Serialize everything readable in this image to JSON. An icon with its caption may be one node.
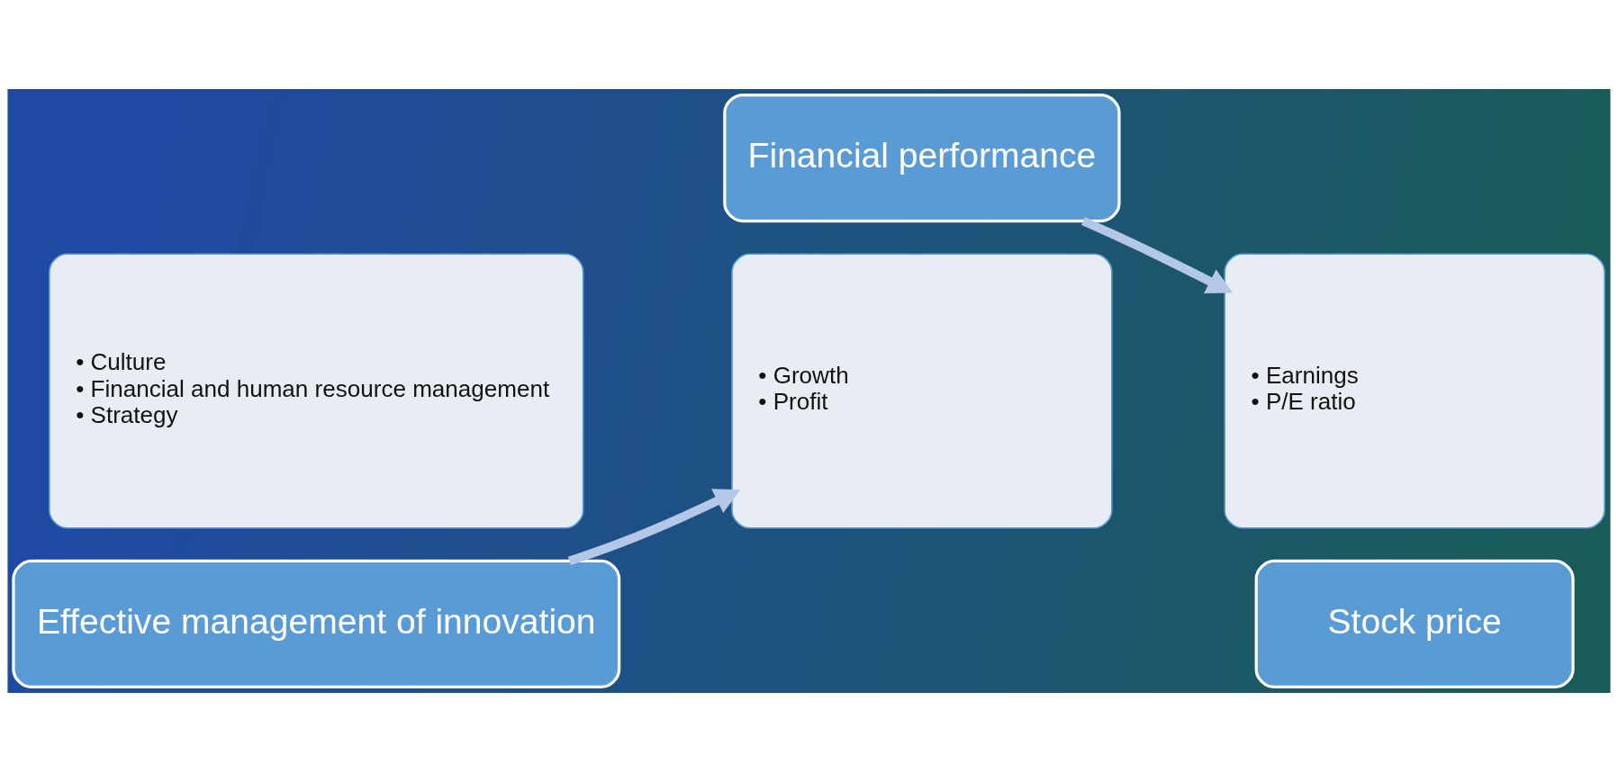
{
  "diagram": {
    "nodes": [
      {
        "text": [
          "• Culture",
          "• Financial and human resource management",
          "• Strategy"
        ]
      },
      {
        "text": [
          "Effective management of innovation"
        ]
      },
      {
        "text": [
          "• Growth",
          "• Profit"
        ]
      },
      {
        "text": [
          "Financial performance"
        ]
      },
      {
        "text": [
          "• Earnings",
          "• P/E ratio"
        ]
      },
      {
        "text": [
          "Stock price"
        ]
      }
    ],
    "edges": [
      {
        "from": 1,
        "to": 2,
        "arrow": "to"
      },
      {
        "from": 3,
        "to": 4,
        "arrow": "to"
      }
    ]
  }
}
